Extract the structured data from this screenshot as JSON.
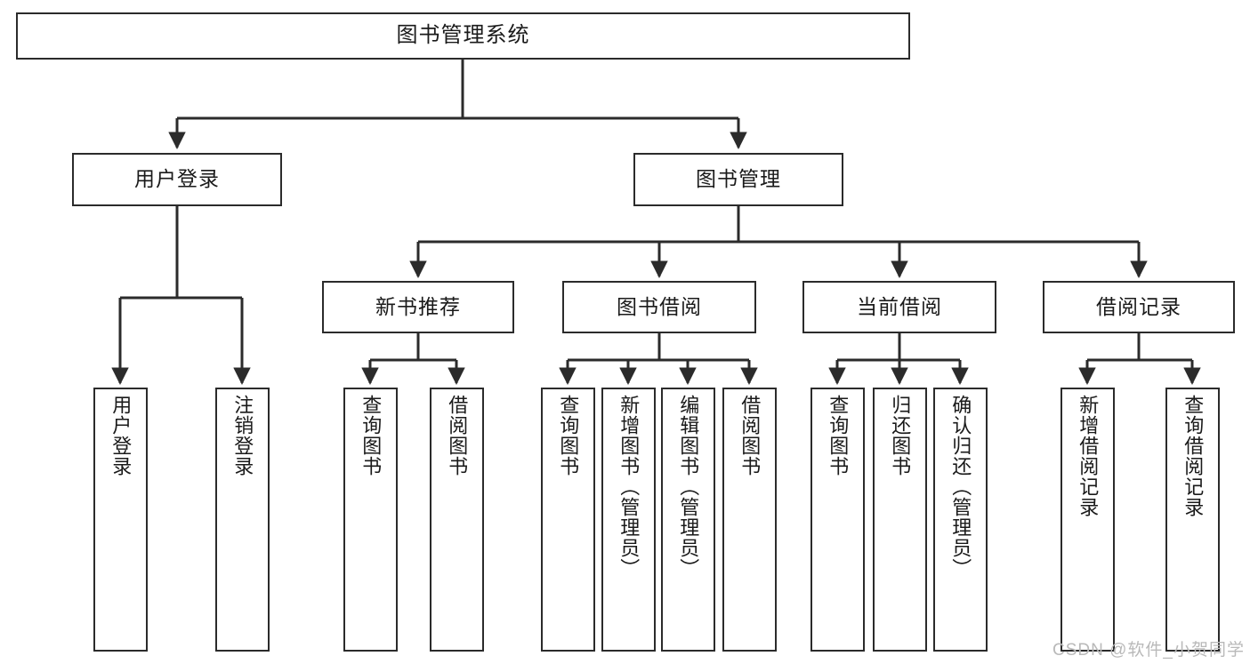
{
  "diagram": {
    "title": "图书管理系统",
    "type": "tree",
    "watermark": "CSDN @软件_小贺同学",
    "colors": {
      "box_border": "#2b2b2b",
      "box_fill": "#ffffff",
      "connector": "#2b2b2b",
      "text": "#1a1a1a",
      "watermark": "#b9b9b9"
    },
    "nodes": {
      "root": {
        "label": "图书管理系统"
      },
      "level2": [
        {
          "label": "用户登录"
        },
        {
          "label": "图书管理"
        }
      ],
      "level3": [
        {
          "label": "新书推荐"
        },
        {
          "label": "图书借阅"
        },
        {
          "label": "当前借阅"
        },
        {
          "label": "借阅记录"
        }
      ],
      "leaves": {
        "user_login": [
          {
            "label": "用户登录"
          },
          {
            "label": "注销登录"
          }
        ],
        "new_book_recommend": [
          {
            "label": "查询图书"
          },
          {
            "label": "借阅图书"
          }
        ],
        "book_borrow": [
          {
            "label": "查询图书"
          },
          {
            "label": "新增图书（管理员）"
          },
          {
            "label": "编辑图书（管理员）"
          },
          {
            "label": "借阅图书"
          }
        ],
        "current_borrow": [
          {
            "label": "查询图书"
          },
          {
            "label": "归还图书"
          },
          {
            "label": "确认归还（管理员）"
          }
        ],
        "borrow_record": [
          {
            "label": "新增借阅记录"
          },
          {
            "label": "查询借阅记录"
          }
        ]
      }
    }
  }
}
